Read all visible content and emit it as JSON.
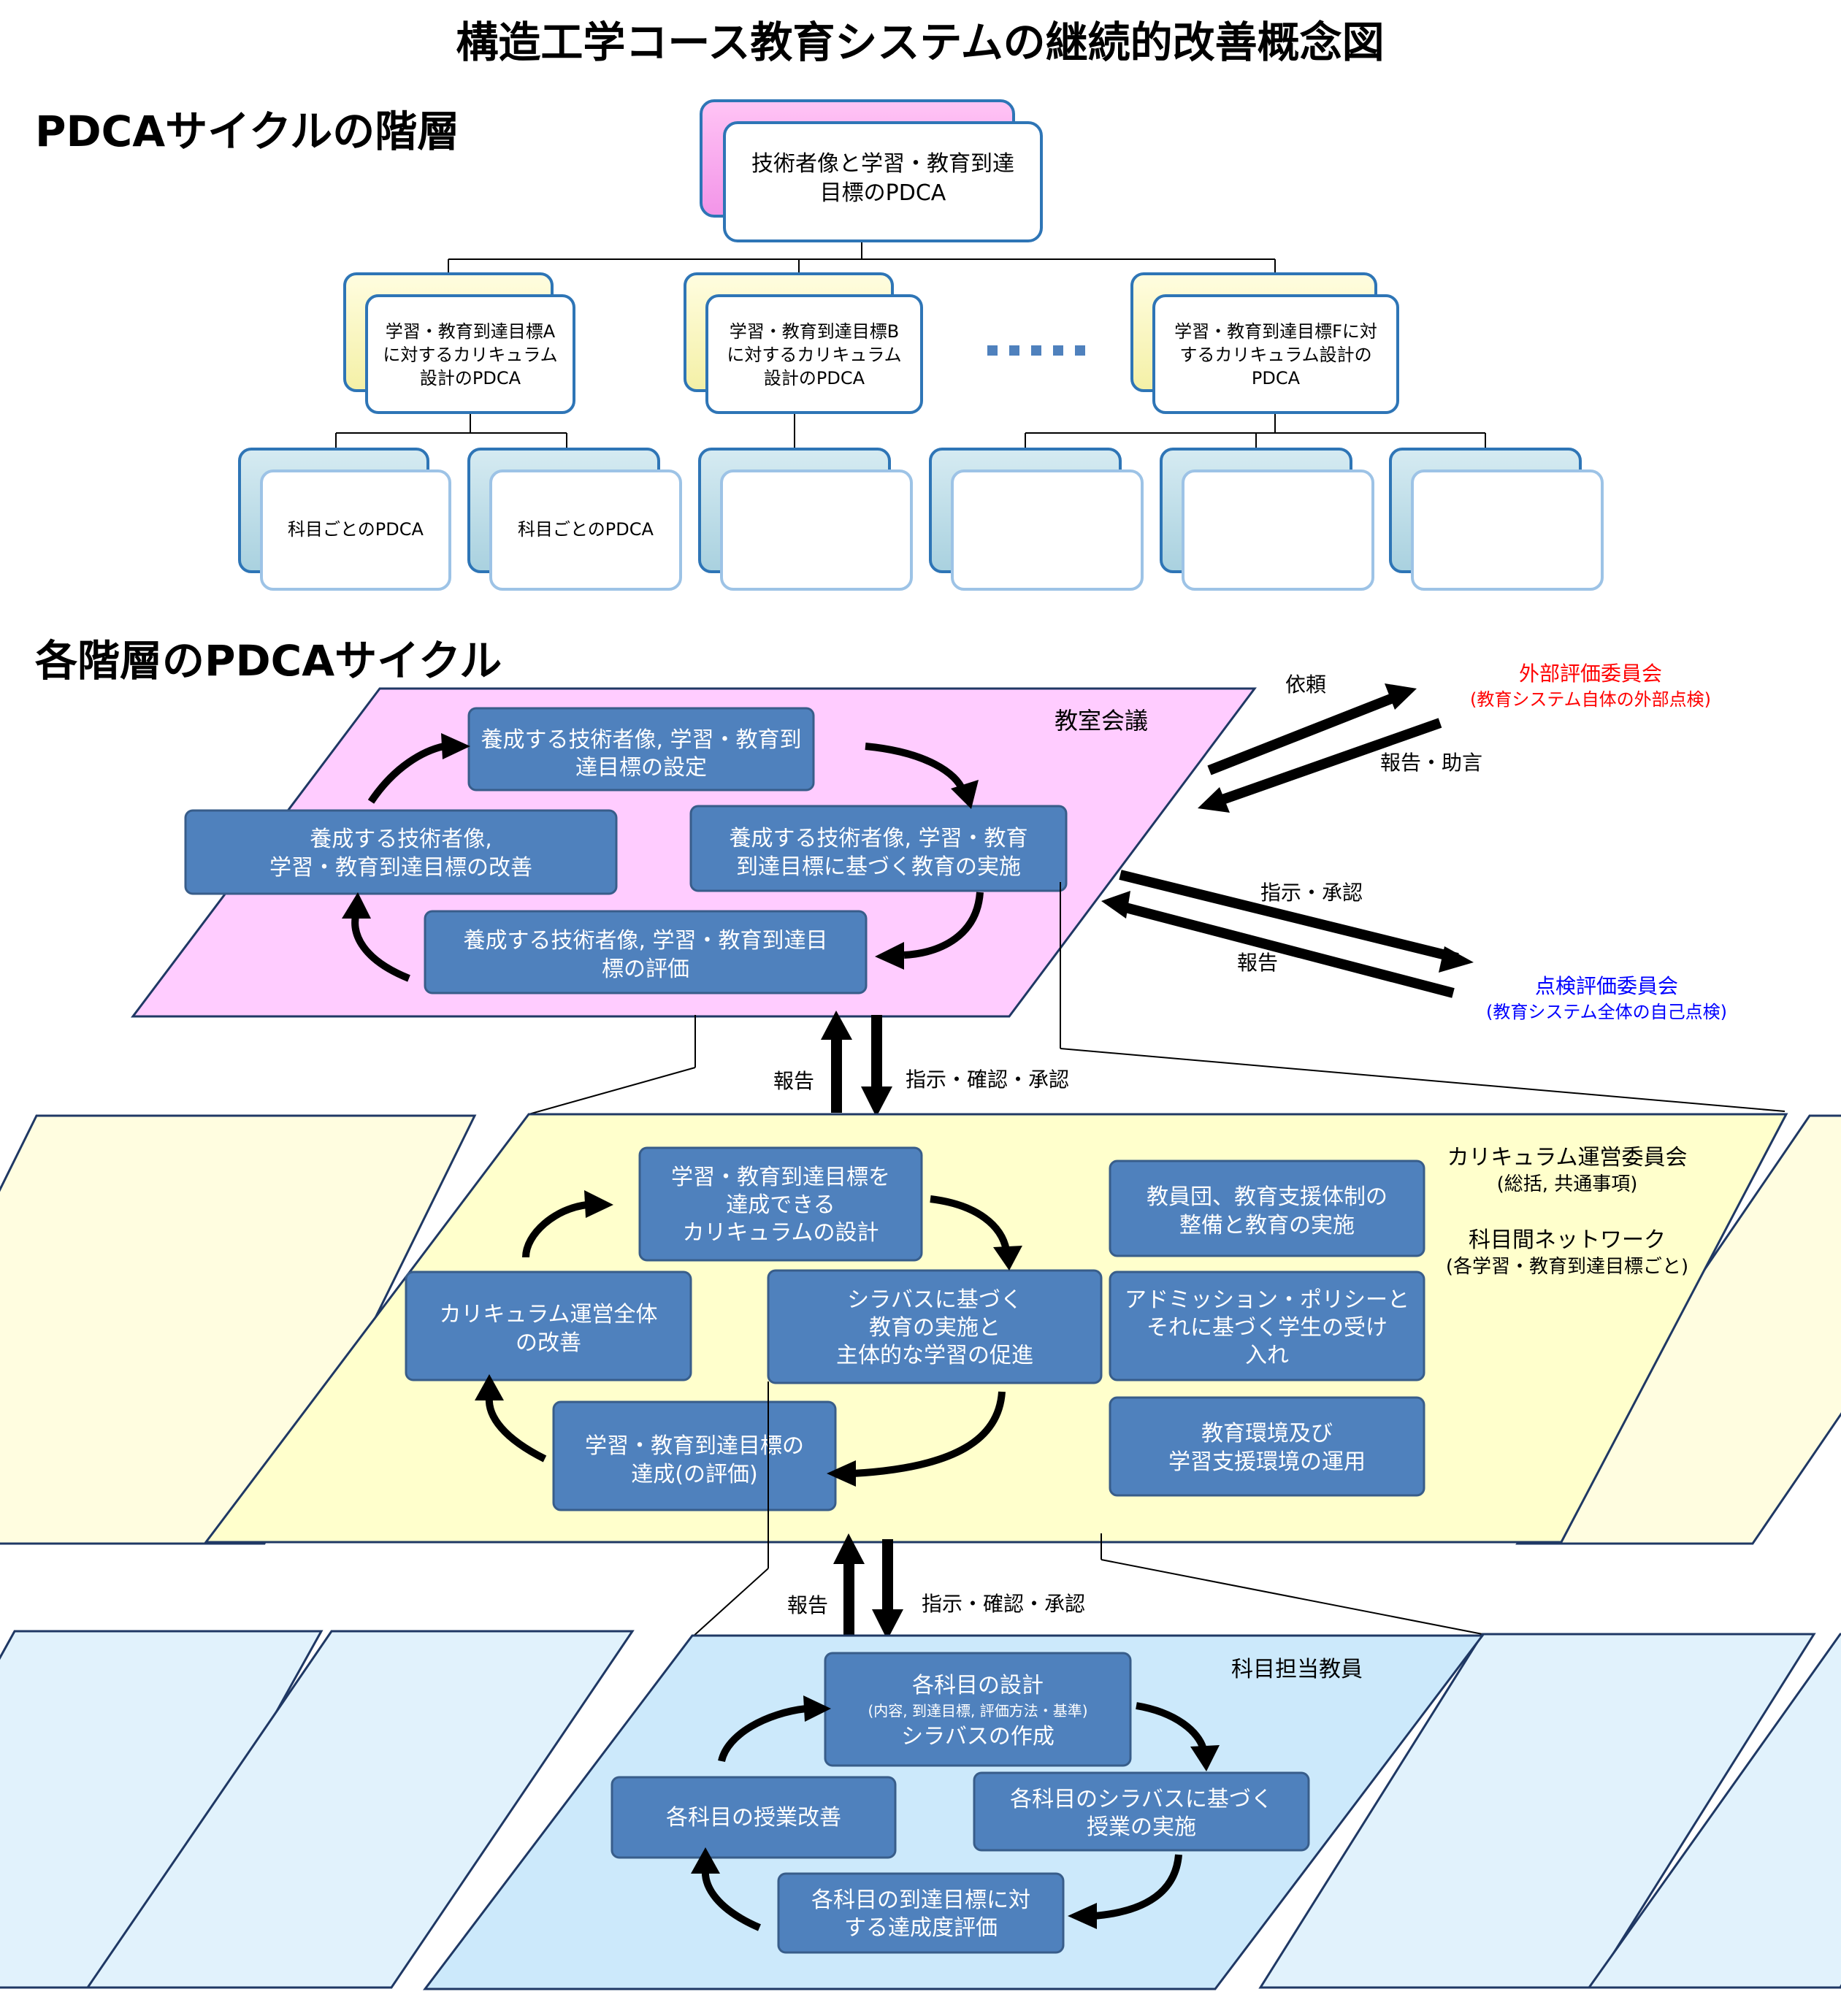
{
  "title": "構造工学コース教育システムの継続的改善概念図",
  "section1_heading": "PDCAサイクルの階層",
  "section2_heading": "各階層のPDCAサイクル",
  "hierarchy": {
    "top": [
      "技術者像と学習・教育到達",
      "目標のPDCA"
    ],
    "mid": [
      [
        "学習・教育到達目標A",
        "に対するカリキュラム",
        "設計のPDCA"
      ],
      [
        "学習・教育到達目標B",
        "に対するカリキュラム",
        "設計のPDCA"
      ],
      [
        "学習・教育到達目標Fに対",
        "するカリキュラム設計の",
        "PDCA"
      ]
    ],
    "ellipsis": "・・・・・",
    "leaves": [
      "科目ごとのPDCA",
      "科目ごとのPDCA",
      "",
      "",
      "",
      ""
    ]
  },
  "level1": {
    "org": "教室会議",
    "steps": [
      [
        "養成する技術者像, 学習・教育到",
        "達目標の設定"
      ],
      [
        "養成する技術者像, 学習・教育",
        "到達目標に基づく教育の実施"
      ],
      [
        "養成する技術者像, 学習・教育到達目",
        "標の評価"
      ],
      [
        "養成する技術者像,",
        "学習・教育到達目標の改善"
      ]
    ]
  },
  "external": {
    "ext_committee": "外部評価委員会",
    "ext_committee_sub": "(教育システム自体の外部点検)",
    "request": "依頼",
    "report_advice": "報告・助言",
    "check_committee": "点検評価委員会",
    "check_committee_sub": "(教育システム全体の自己点検)",
    "instruct_approve": "指示・承認",
    "report": "報告"
  },
  "link1": {
    "report": "報告",
    "instruct": "指示・確認・承認"
  },
  "level2": {
    "org1": "カリキュラム運営委員会",
    "org1_sub": "(総括, 共通事項)",
    "org2": "科目間ネットワーク",
    "org2_sub": "(各学習・教育到達目標ごと)",
    "steps": [
      [
        "学習・教育到達目標を",
        "達成できる",
        "カリキュラムの設計"
      ],
      [
        "シラバスに基づく",
        "教育の実施と",
        "主体的な学習の促進"
      ],
      [
        "学習・教育到達目標の",
        "達成(の評価)"
      ],
      [
        "カリキュラム運営全体",
        "の改善"
      ]
    ],
    "side": [
      [
        "教員団、教育支援体制の",
        "整備と教育の実施"
      ],
      [
        "アドミッション・ポリシーと",
        "それに基づく学生の受け",
        "入れ"
      ],
      [
        "教育環境及び",
        "学習支援環境の運用"
      ]
    ]
  },
  "link2": {
    "report": "報告",
    "instruct": "指示・確認・承認"
  },
  "level3": {
    "org": "科目担当教員",
    "design_title": "各科目の設計",
    "design_sub": "(内容, 到達目標, 評価方法・基準)",
    "design_syllabus": "シラバスの作成",
    "steps": [
      [
        "各科目のシラバスに基づく",
        "授業の実施"
      ],
      [
        "各科目の到達目標に対",
        "する達成度評価"
      ],
      [
        "各科目の授業改善"
      ]
    ]
  },
  "colors": {
    "box_fill": "#4f81bd",
    "box_stroke": "#385d8a",
    "pink": "#ffccff",
    "yellow": "#ffffcc",
    "light_blue": "#cce9fb",
    "ext_red": "#ff0000",
    "check_blue": "#0000ff"
  }
}
